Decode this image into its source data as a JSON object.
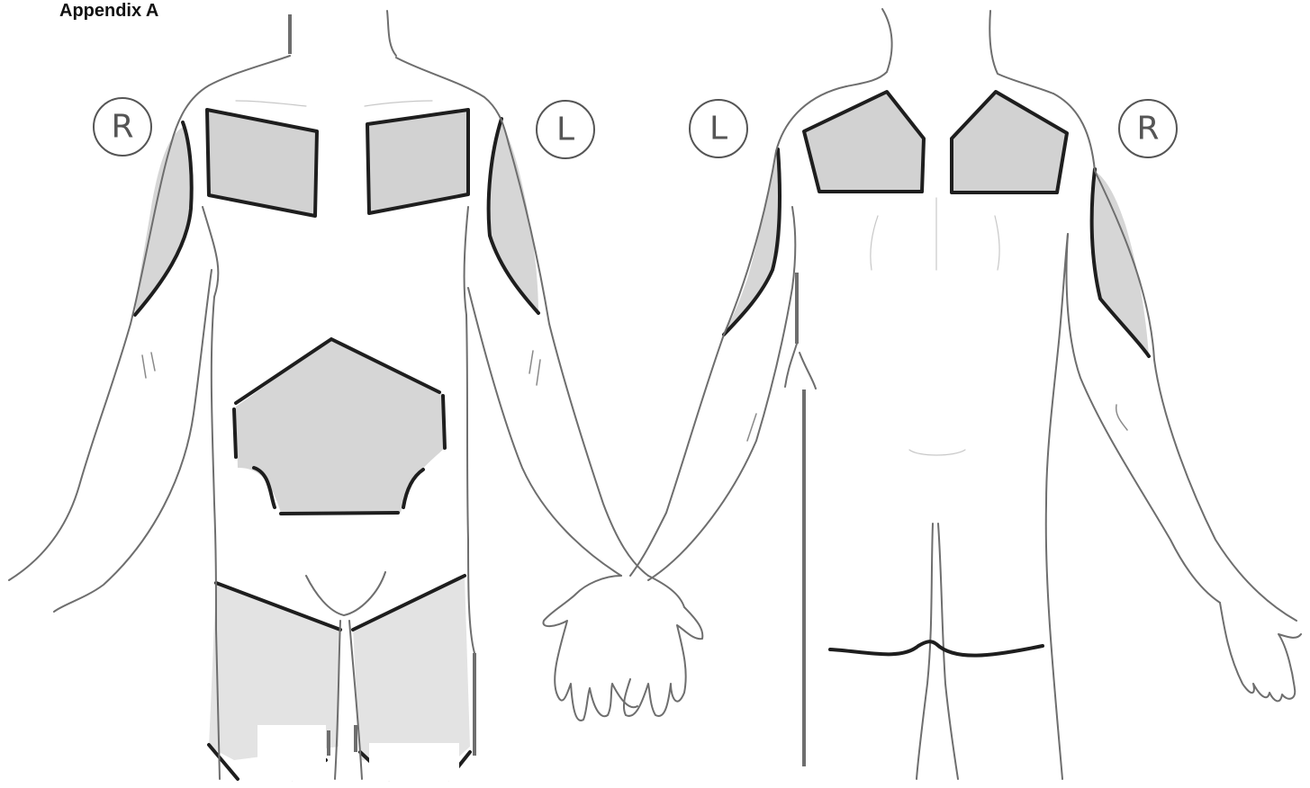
{
  "title": "Appendix A",
  "markers": {
    "front_right": "R",
    "front_left": "L",
    "back_left": "L",
    "back_right": "R"
  },
  "colors": {
    "outline": "#6e6e6e",
    "zone_border": "#1e1e1e",
    "zone_fill": "#d2d2d2"
  }
}
